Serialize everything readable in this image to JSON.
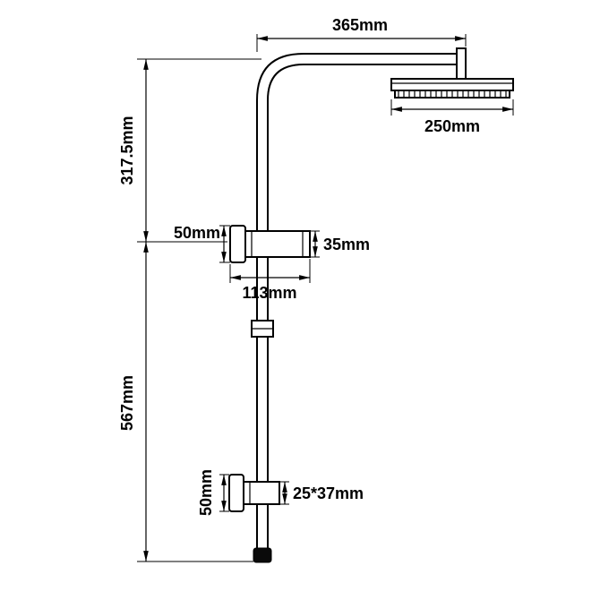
{
  "drawing": {
    "background_color": "#ffffff",
    "line_color": "#000000",
    "labels": {
      "arm_reach": "365mm",
      "head_width": "250mm",
      "upper_height": "317.5mm",
      "lower_height": "567mm",
      "mid_bracket_height": "50mm",
      "mid_bracket_diameter": "35mm",
      "mid_bracket_length": "113mm",
      "bottom_bracket_height": "50mm",
      "bottom_bracket_size": "25*37mm"
    }
  }
}
